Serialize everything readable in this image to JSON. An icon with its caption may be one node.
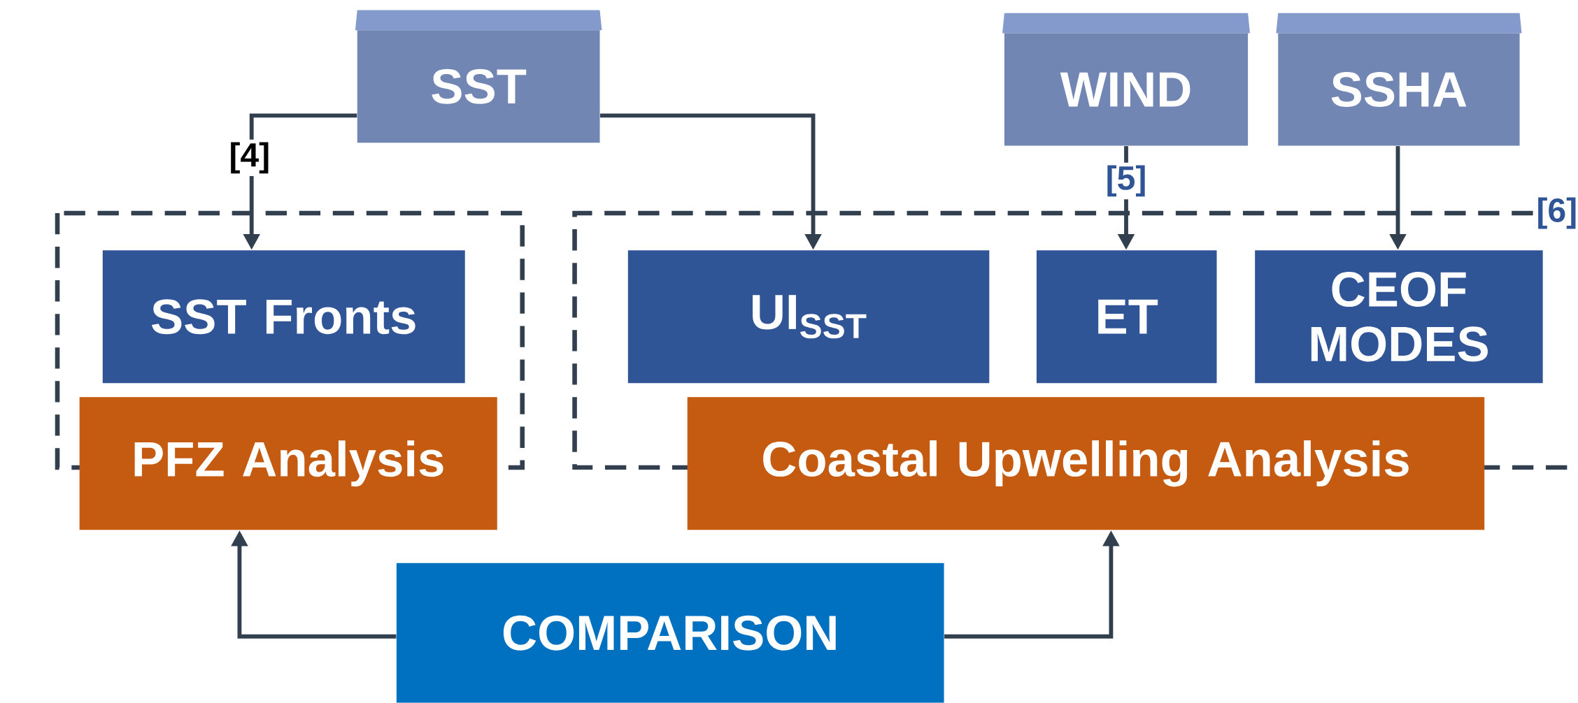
{
  "diagram": {
    "nodes": [
      {
        "text": [
          "SST"
        ]
      },
      {
        "text": [
          "WIND"
        ]
      },
      {
        "text": [
          "SSHA"
        ]
      },
      {
        "text": [
          "SST Fronts"
        ]
      },
      {
        "text": [
          "UI$_{SST}$"
        ]
      },
      {
        "text": [
          "ET"
        ]
      },
      {
        "text": [
          "CEOF MODES"
        ]
      },
      {
        "text": [
          "PFZ Analysis"
        ]
      },
      {
        "text": [
          "Coastal Upwelling Analysis"
        ]
      },
      {
        "text": [
          "COMPARISON"
        ]
      }
    ],
    "edges": [
      {
        "from": 0,
        "to": 3,
        "arrow": "to",
        "label": "[4]"
      },
      {
        "from": 0,
        "to": 4,
        "arrow": "to"
      },
      {
        "from": 1,
        "to": 5,
        "arrow": "to",
        "label": "[5]"
      },
      {
        "from": 2,
        "to": 6,
        "arrow": "to"
      },
      {
        "from": 9,
        "to": 7,
        "arrow": "to"
      },
      {
        "from": 9,
        "to": 8,
        "arrow": "to"
      }
    ],
    "labels": [
      "[6]"
    ]
  }
}
